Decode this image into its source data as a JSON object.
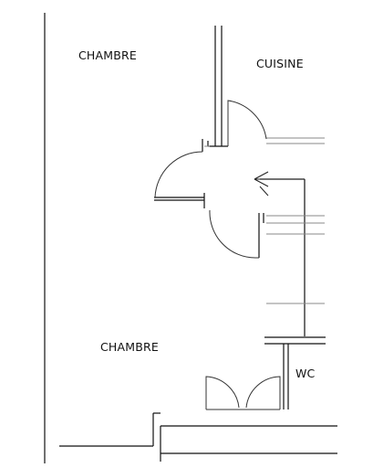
{
  "rooms": {
    "chambre_top": "CHAMBRE",
    "cuisine": "CUISINE",
    "chambre_bottom": "CHAMBRE",
    "wc": "WC"
  },
  "colors": {
    "wall": "#111111",
    "partition": "#888888",
    "swing": "#333333"
  }
}
